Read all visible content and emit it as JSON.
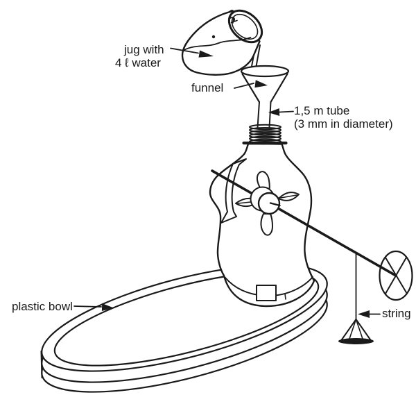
{
  "colors": {
    "ink": "#1a1a1a",
    "paper": "#ffffff"
  },
  "labels": {
    "jug": {
      "line1": "jug with",
      "line2": "4 ℓ water"
    },
    "funnel": {
      "text": "funnel"
    },
    "tube": {
      "line1": "1,5 m tube",
      "line2": "(3 mm in diameter)"
    },
    "bowl": {
      "text": "plastic bowl"
    },
    "string": {
      "text": "string"
    }
  }
}
